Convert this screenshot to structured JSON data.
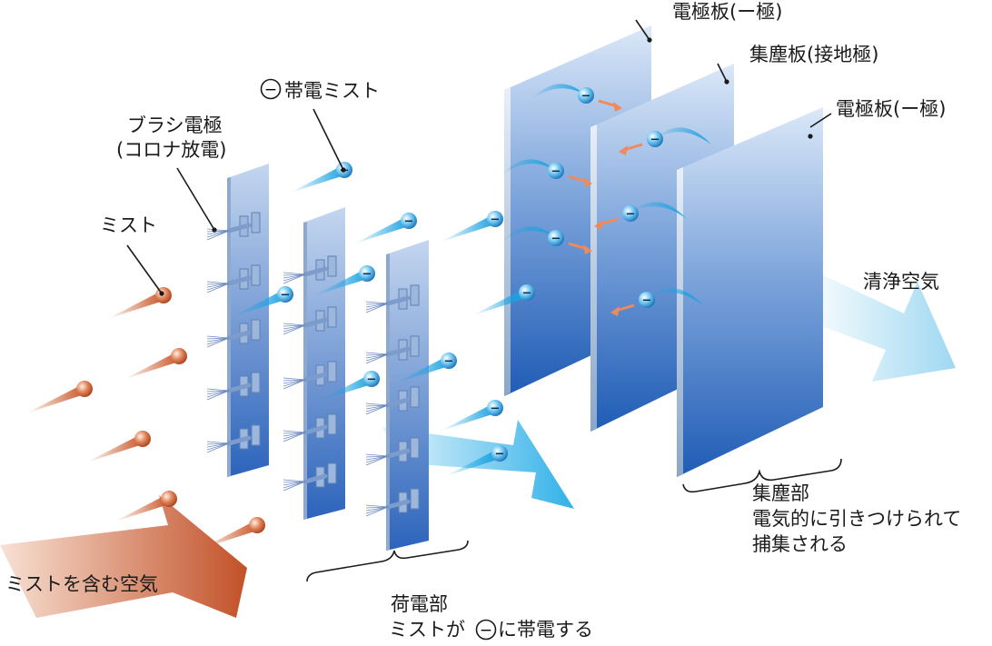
{
  "labels": {
    "electrode_top": "電極板(ー極)",
    "collector": "集塵板(接地極)",
    "electrode_mid": "電極板(ー極)",
    "charged_mist": "帯電ミスト",
    "charged_mist_symbol": "−",
    "brush_1": "ブラシ電極",
    "brush_2": "(コロナ放電)",
    "mist": "ミスト",
    "clean_air": "清浄空気",
    "dust_section_1": "集塵部",
    "dust_section_2": "電気的に引きつけられて",
    "dust_section_3": "捕集される",
    "mist_air": "ミストを含む空気",
    "charge_section_1": "荷電部",
    "charge_section_2a": "ミストが",
    "charge_section_2b": "に帯電する",
    "charge_section_symbol": "−",
    "particle_sign": "−"
  },
  "colors": {
    "plate_light": "#c9dcf3",
    "plate_dark": "#2a62b8",
    "mist_orange": "#c9582a",
    "mist_light": "#f6d6c4",
    "clean_blue": "#25b6ea",
    "arrow_orange": "#f08a5c"
  }
}
